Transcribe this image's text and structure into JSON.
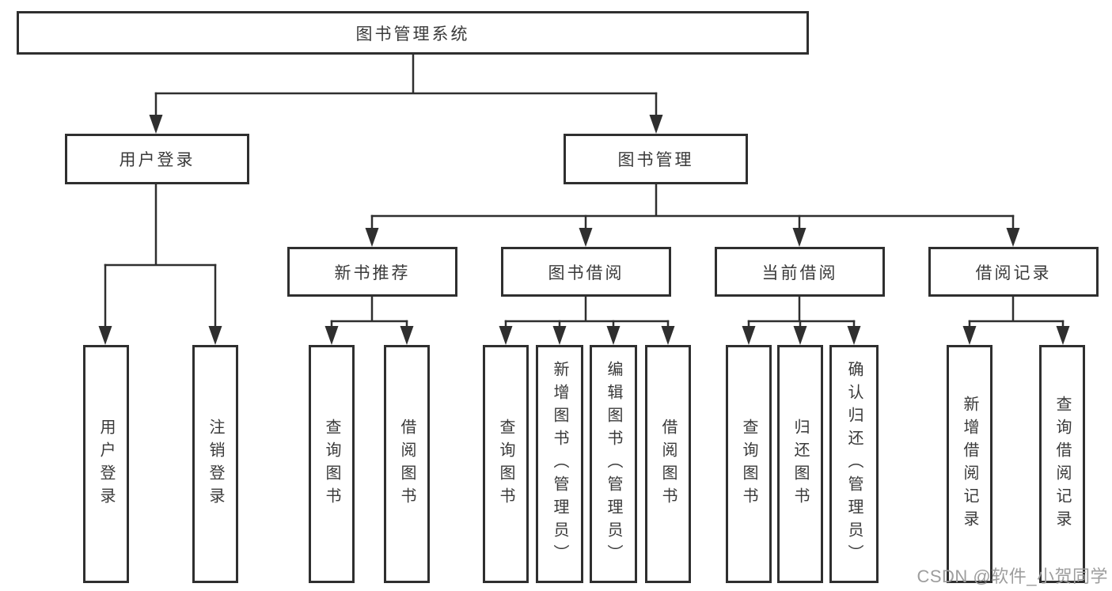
{
  "nodes": {
    "root": "图书管理系统",
    "user_login": "用户登录",
    "book_mgmt": "图书管理",
    "l3": [
      "新书推荐",
      "图书借阅",
      "当前借阅",
      "借阅记录"
    ],
    "leaves_user": [
      "用户登录",
      "注销登录"
    ],
    "leaves_recommend": [
      "查询图书",
      "借阅图书"
    ],
    "leaves_borrow": [
      "查询图书",
      "新增图书（管理员）",
      "编辑图书（管理员）",
      "借阅图书"
    ],
    "leaves_current": [
      "查询图书",
      "归还图书",
      "确认归还（管理员）"
    ],
    "leaves_records": [
      "新增借阅记录",
      "查询借阅记录"
    ]
  },
  "watermark": {
    "text": "CSDN @软件_小贺同学"
  },
  "colors": {
    "line": "#2f2f2f",
    "text": "#3a3a3a",
    "watermark": "#9d9d9d",
    "background": "#ffffff"
  }
}
